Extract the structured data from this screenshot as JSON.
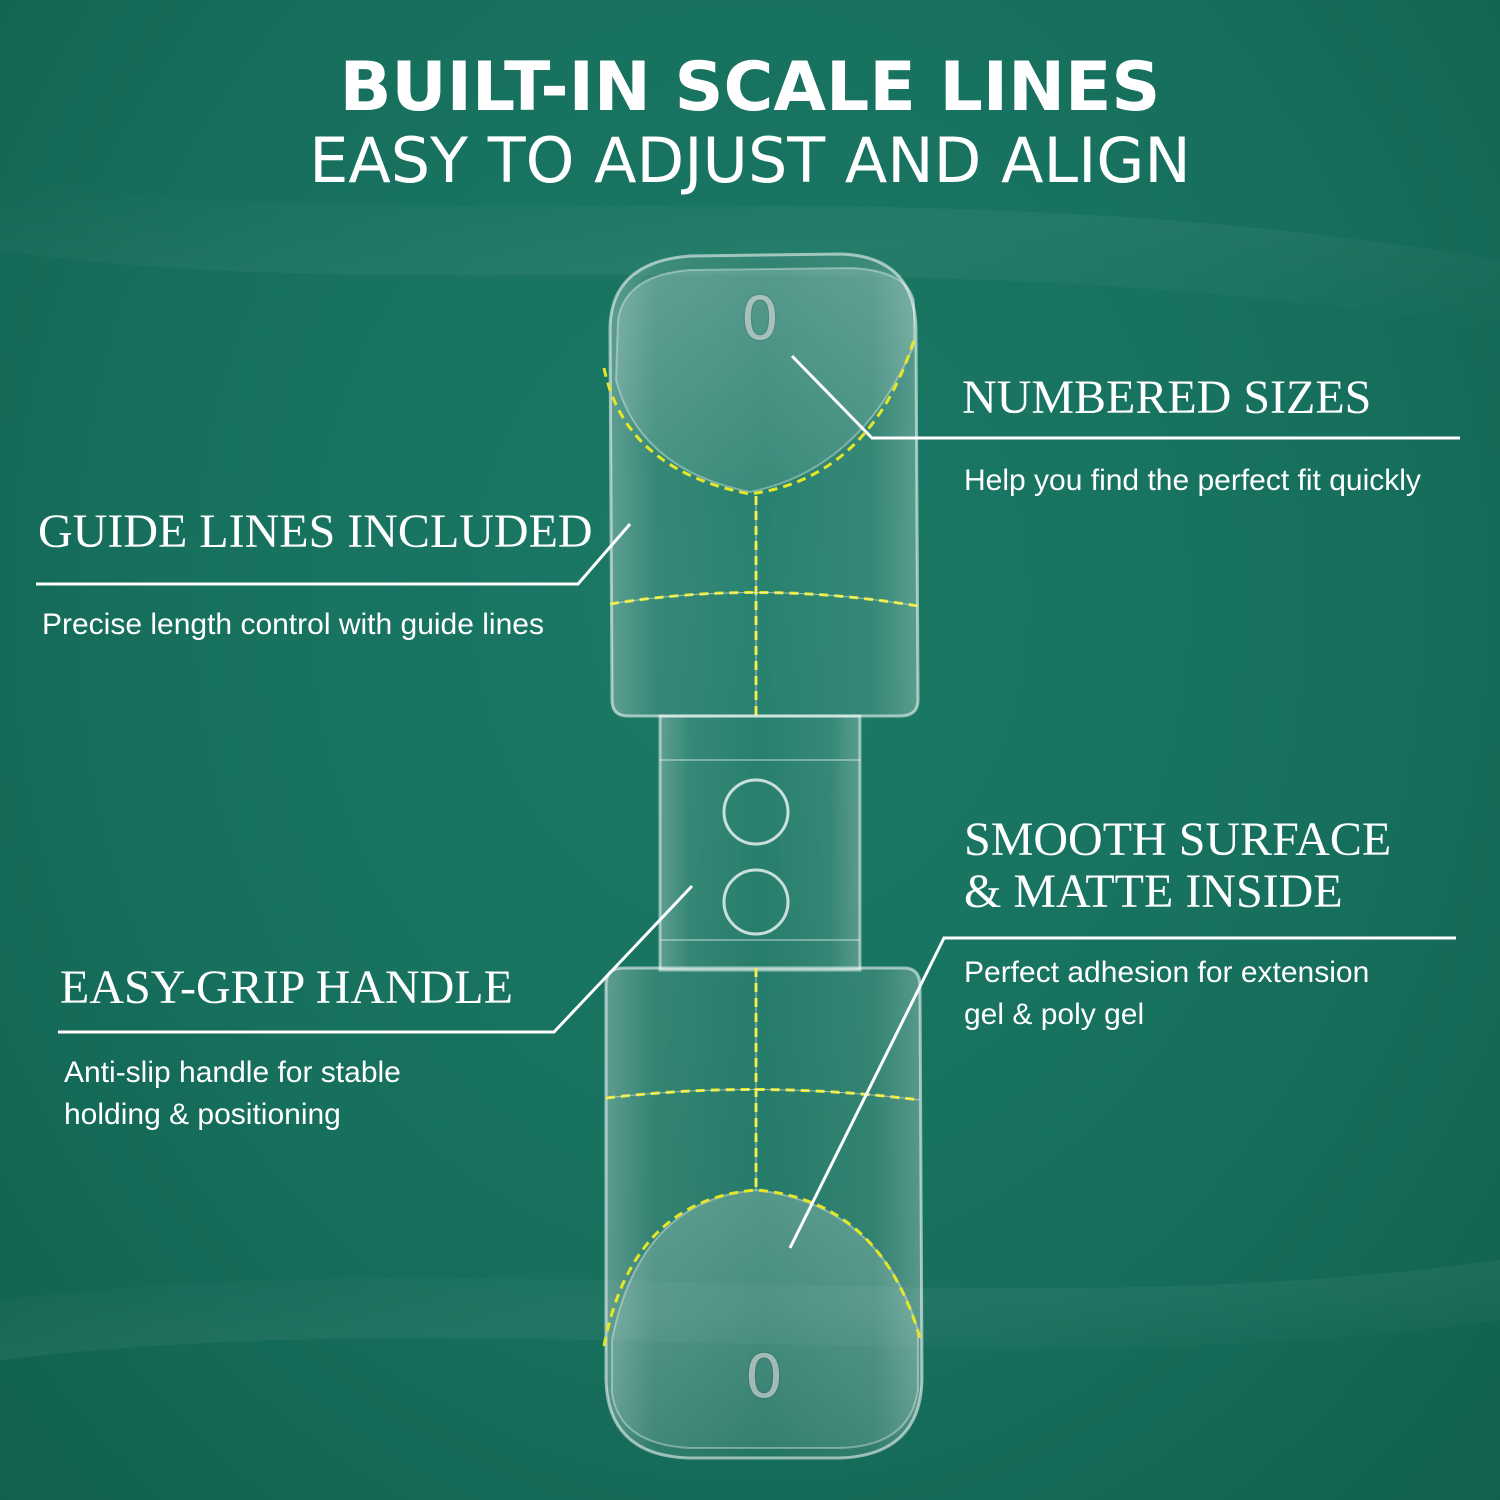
{
  "header": {
    "title": "BUILT-IN SCALE LINES",
    "subtitle": "EASY TO ADJUST AND ALIGN"
  },
  "callouts": {
    "numbered_sizes": {
      "heading": "NUMBERED SIZES",
      "description": "Help you find the perfect fit quickly"
    },
    "guide_lines": {
      "heading": "GUIDE LINES INCLUDED",
      "description": "Precise length control with guide lines"
    },
    "smooth_surface": {
      "heading_line1": "SMOOTH SURFACE",
      "heading_line2": "& MATTE INSIDE",
      "description_line1": "Perfect adhesion for extension",
      "description_line2": "gel & poly gel"
    },
    "easy_grip": {
      "heading": "EASY-GRIP HANDLE",
      "description_line1": "Anti-slip handle for stable",
      "description_line2": "holding & positioning"
    }
  },
  "product": {
    "top_size_number": "0",
    "bottom_size_number": "0"
  },
  "colors": {
    "background": "#18705f",
    "guide_line": "#e6e629",
    "text": "#ffffff"
  }
}
